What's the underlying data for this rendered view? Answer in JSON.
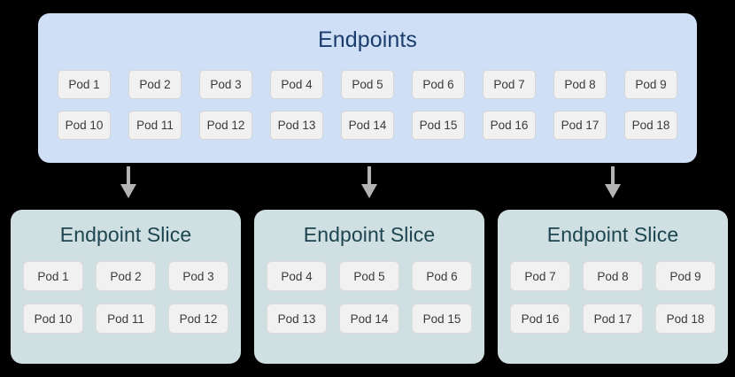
{
  "colors": {
    "background": "#000000",
    "endpoints_fill": "#cfdff5",
    "endpoints_title": "#1b3c6d",
    "slice_fill": "#cfdfe2",
    "slice_title": "#1d4550",
    "chip_fill": "#f1f1f1",
    "chip_border": "#d5d5d5",
    "chip_text": "#3a3a3a",
    "arrow": "#b4b4b4"
  },
  "endpoints": {
    "title": "Endpoints",
    "rows": [
      [
        "Pod 1",
        "Pod 2",
        "Pod 3",
        "Pod 4",
        "Pod 5",
        "Pod 6",
        "Pod 7",
        "Pod 8",
        "Pod 9"
      ],
      [
        "Pod 10",
        "Pod 11",
        "Pod 12",
        "Pod 13",
        "Pod 14",
        "Pod 15",
        "Pod 16",
        "Pod 17",
        "Pod 18"
      ]
    ]
  },
  "arrows": [
    {
      "name": "arrow-to-slice-1",
      "direction": "down"
    },
    {
      "name": "arrow-to-slice-2",
      "direction": "down"
    },
    {
      "name": "arrow-to-slice-3",
      "direction": "down"
    }
  ],
  "slices": [
    {
      "title": "Endpoint Slice",
      "rows": [
        [
          "Pod 1",
          "Pod 2",
          "Pod 3"
        ],
        [
          "Pod 10",
          "Pod 11",
          "Pod 12"
        ]
      ]
    },
    {
      "title": "Endpoint Slice",
      "rows": [
        [
          "Pod 4",
          "Pod 5",
          "Pod 6"
        ],
        [
          "Pod 13",
          "Pod 14",
          "Pod 15"
        ]
      ]
    },
    {
      "title": "Endpoint Slice",
      "rows": [
        [
          "Pod 7",
          "Pod 8",
          "Pod 9"
        ],
        [
          "Pod 16",
          "Pod 17",
          "Pod 18"
        ]
      ]
    }
  ]
}
